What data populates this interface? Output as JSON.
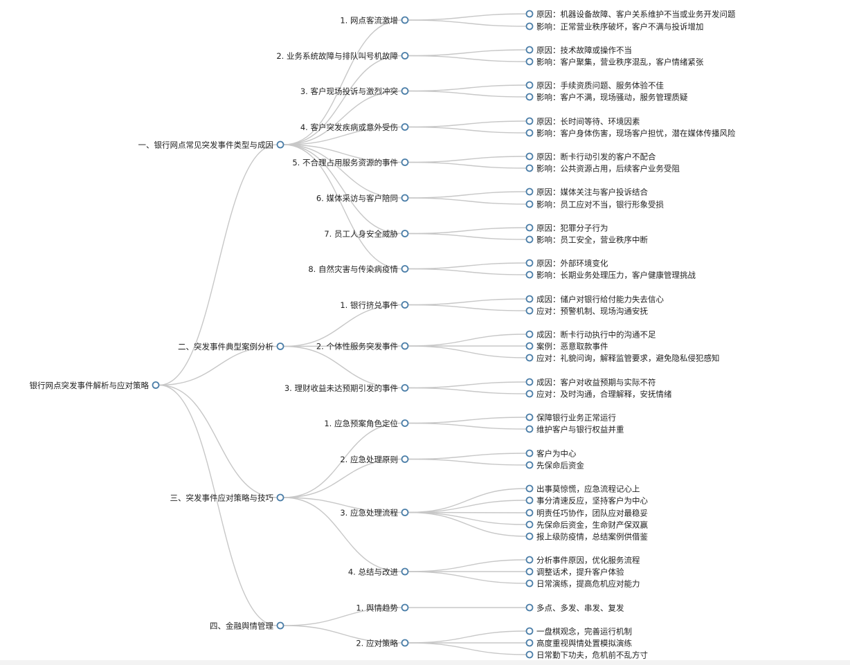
{
  "colors": {
    "link": "#c7c7c7",
    "node_stroke": "#4b7ea8",
    "node_fill": "#ffffff",
    "text": "#222222"
  },
  "root": {
    "label": "银行网点突发事件解析与应对策略",
    "children": [
      {
        "label": "一、银行网点常见突发事件类型与成因",
        "children": [
          {
            "label": "1. 网点客流激增",
            "children": [
              {
                "label": "原因：机器设备故障、客户关系维护不当或业务开发问题"
              },
              {
                "label": "影响：正常营业秩序破坏，客户不满与投诉增加"
              }
            ]
          },
          {
            "label": "2. 业务系统故障与排队叫号机故障",
            "children": [
              {
                "label": "原因：技术故障或操作不当"
              },
              {
                "label": "影响：客户聚集，营业秩序混乱，客户情绪紧张"
              }
            ]
          },
          {
            "label": "3. 客户现场投诉与激烈冲突",
            "children": [
              {
                "label": "原因：手续资质问题、服务体验不佳"
              },
              {
                "label": "影响：客户不满，现场骚动，服务管理质疑"
              }
            ]
          },
          {
            "label": "4. 客户突发疾病或意外受伤",
            "children": [
              {
                "label": "原因：长时间等待、环境因素"
              },
              {
                "label": "影响：客户身体伤害，现场客户担忧，潜在媒体传播风险"
              }
            ]
          },
          {
            "label": "5. 不合理占用服务资源的事件",
            "children": [
              {
                "label": "原因：断卡行动引发的客户不配合"
              },
              {
                "label": "影响：公共资源占用，后续客户业务受阻"
              }
            ]
          },
          {
            "label": "6. 媒体采访与客户陪同",
            "children": [
              {
                "label": "原因：媒体关注与客户投诉结合"
              },
              {
                "label": "影响：员工应对不当，银行形象受损"
              }
            ]
          },
          {
            "label": "7. 员工人身安全威胁",
            "children": [
              {
                "label": "原因：犯罪分子行为"
              },
              {
                "label": "影响：员工安全，营业秩序中断"
              }
            ]
          },
          {
            "label": "8. 自然灾害与传染病疫情",
            "children": [
              {
                "label": "原因：外部环境变化"
              },
              {
                "label": "影响：长期业务处理压力，客户健康管理挑战"
              }
            ]
          }
        ]
      },
      {
        "label": "二、突发事件典型案例分析",
        "children": [
          {
            "label": "1. 银行挤兑事件",
            "children": [
              {
                "label": "成因：储户对银行给付能力失去信心"
              },
              {
                "label": "应对：预警机制、现场沟通安抚"
              }
            ]
          },
          {
            "label": "2. 个体性服务突发事件",
            "children": [
              {
                "label": "成因：断卡行动执行中的沟通不足"
              },
              {
                "label": "案例：恶意取款事件"
              },
              {
                "label": "应对：礼貌问询，解释监管要求，避免隐私侵犯感知"
              }
            ]
          },
          {
            "label": "3. 理财收益未达预期引发的事件",
            "children": [
              {
                "label": "成因：客户对收益预期与实际不符"
              },
              {
                "label": "应对：及时沟通，合理解释，安抚情绪"
              }
            ]
          }
        ]
      },
      {
        "label": "三、突发事件应对策略与技巧",
        "children": [
          {
            "label": "1. 应急预案角色定位",
            "children": [
              {
                "label": "保障银行业务正常运行"
              },
              {
                "label": "维护客户与银行权益并重"
              }
            ]
          },
          {
            "label": "2. 应急处理原则",
            "children": [
              {
                "label": "客户为中心"
              },
              {
                "label": "先保命后资金"
              }
            ]
          },
          {
            "label": "3. 应急处理流程",
            "children": [
              {
                "label": "出事莫惊慌，应急流程记心上"
              },
              {
                "label": "事分清速反应，坚持客户为中心"
              },
              {
                "label": "明责任巧协作，团队应对最稳妥"
              },
              {
                "label": "先保命后资金，生命财产保双赢"
              },
              {
                "label": "报上级防疫情，总结案例供借鉴"
              }
            ]
          },
          {
            "label": "4. 总结与改进",
            "children": [
              {
                "label": "分析事件原因，优化服务流程"
              },
              {
                "label": "调整话术，提升客户体验"
              },
              {
                "label": "日常演练，提高危机应对能力"
              }
            ]
          }
        ]
      },
      {
        "label": "四、金融舆情管理",
        "children": [
          {
            "label": "1. 舆情趋势",
            "children": [
              {
                "label": "多点、多发、串发、复发"
              }
            ]
          },
          {
            "label": "2. 应对策略",
            "children": [
              {
                "label": "一盘棋观念，完善运行机制"
              },
              {
                "label": "高度重视舆情处置模拟演练"
              },
              {
                "label": "日常勤下功夫，危机前不乱方寸"
              }
            ]
          }
        ]
      }
    ]
  }
}
